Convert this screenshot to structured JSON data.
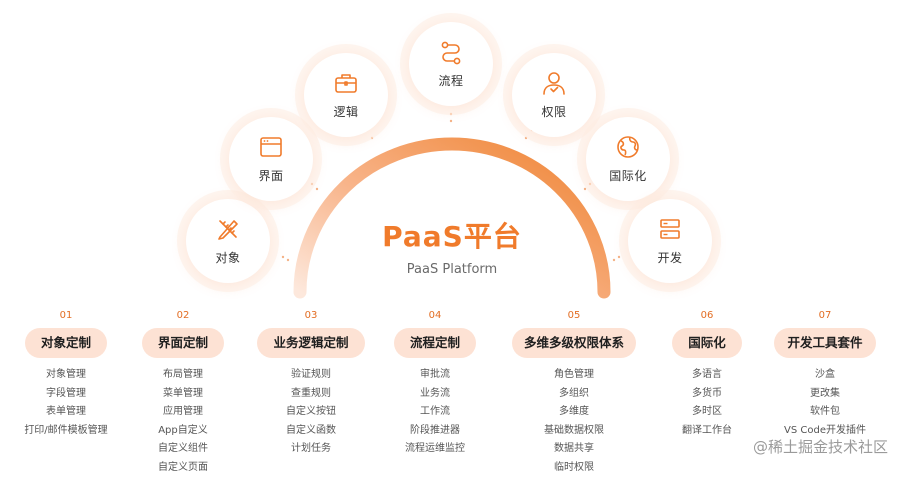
{
  "center": {
    "title": "PaaS平台",
    "subtitle": "PaaS Platform"
  },
  "colors": {
    "accent": "#f07b2b",
    "pill_bg": "#fde2d4",
    "arc_start": "#fde3d4",
    "arc_end": "#f28a3d"
  },
  "modules": [
    {
      "label": "对象",
      "icon": "pencil-ruler-icon"
    },
    {
      "label": "界面",
      "icon": "browser-window-icon"
    },
    {
      "label": "逻辑",
      "icon": "briefcase-icon"
    },
    {
      "label": "流程",
      "icon": "workflow-path-icon"
    },
    {
      "label": "权限",
      "icon": "user-check-icon"
    },
    {
      "label": "国际化",
      "icon": "globe-icon"
    },
    {
      "label": "开发",
      "icon": "server-stack-icon"
    }
  ],
  "columns": [
    {
      "num": "01",
      "title": "对象定制",
      "items": [
        "对象管理",
        "字段管理",
        "表单管理",
        "打印/邮件模板管理"
      ]
    },
    {
      "num": "02",
      "title": "界面定制",
      "items": [
        "布局管理",
        "菜单管理",
        "应用管理",
        "App自定义",
        "自定义组件",
        "自定义页面"
      ]
    },
    {
      "num": "03",
      "title": "业务逻辑定制",
      "items": [
        "验证规则",
        "查重规则",
        "自定义按钮",
        "自定义函数",
        "计划任务"
      ]
    },
    {
      "num": "04",
      "title": "流程定制",
      "items": [
        "审批流",
        "业务流",
        "工作流",
        "阶段推进器",
        "流程运维监控"
      ]
    },
    {
      "num": "05",
      "title": "多维多级权限体系",
      "items": [
        "角色管理",
        "多组织",
        "多维度",
        "基础数据权限",
        "数据共享",
        "临时权限"
      ]
    },
    {
      "num": "06",
      "title": "国际化",
      "items": [
        "多语言",
        "多货币",
        "多时区",
        "翻译工作台"
      ]
    },
    {
      "num": "07",
      "title": "开发工具套件",
      "items": [
        "沙盒",
        "更改集",
        "软件包",
        "VS Code开发插件"
      ]
    }
  ],
  "watermark": "@稀土掘金技术社区"
}
